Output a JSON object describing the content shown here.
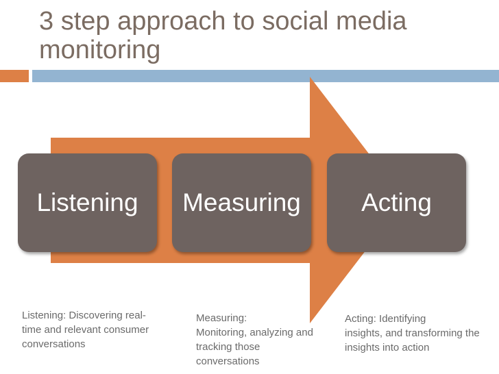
{
  "title": "3 step approach to social media monitoring",
  "colors": {
    "accent": "#dd8046",
    "blue": "#93b4d1",
    "box": "#6e6360",
    "title": "#7b6c62"
  },
  "steps": [
    {
      "label": "Listening",
      "desc": [
        "Listening: Discovering real-",
        "time and relevant consumer",
        "conversations"
      ]
    },
    {
      "label": "Measuring",
      "desc": [
        "Measuring:",
        "Monitoring, analyzing and",
        "tracking those",
        "conversations"
      ]
    },
    {
      "label": "Acting",
      "desc": [
        "Acting: Identifying",
        "insights, and transforming the",
        "insights into action"
      ]
    }
  ]
}
